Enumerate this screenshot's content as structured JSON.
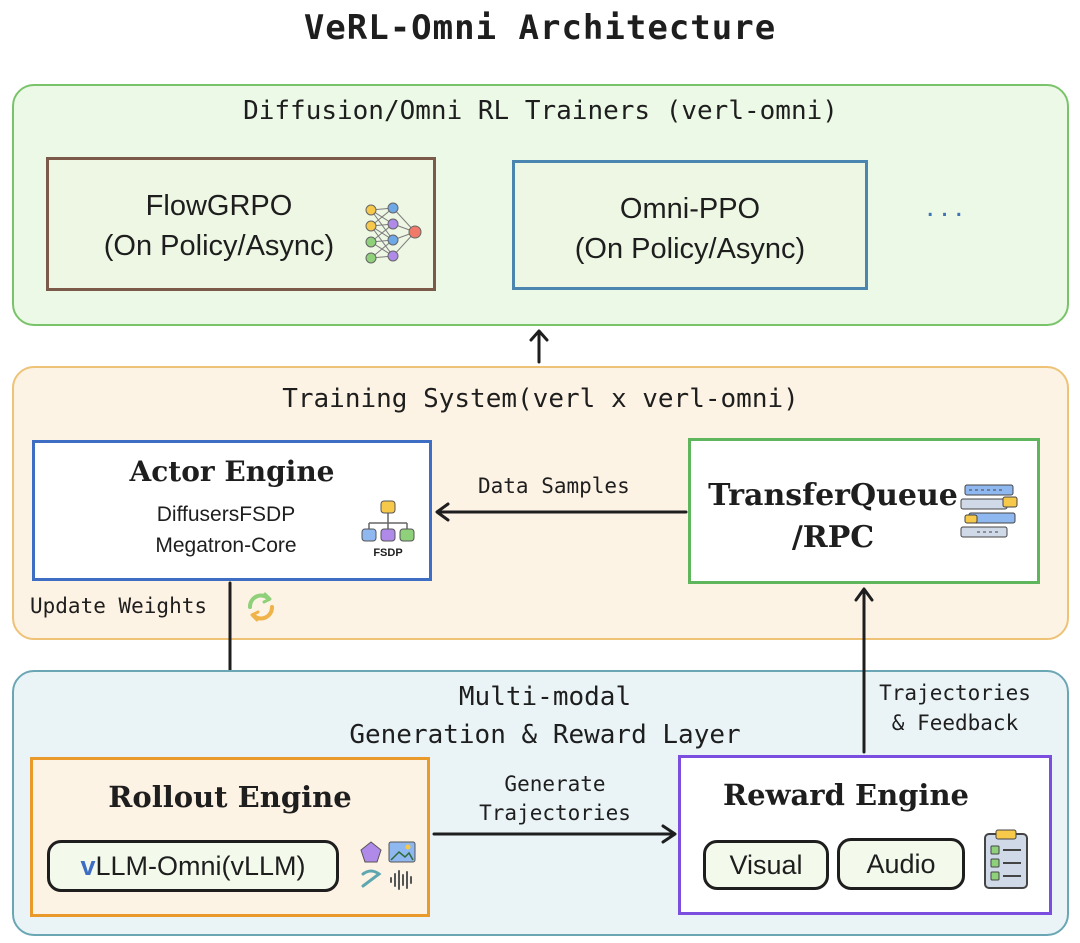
{
  "title": "VeRL-Omni Architecture",
  "trainers": {
    "label": "Diffusion/Omni RL Trainers (verl-omni)",
    "flowgrpo": {
      "line1": "FlowGRPO",
      "line2": "(On Policy/Async)",
      "icon": "neural-network-icon"
    },
    "omnippo": {
      "line1": "Omni-PPO",
      "line2": "(On Policy/Async)"
    },
    "more": "..."
  },
  "training": {
    "label": "Training System(verl x verl-omni)",
    "actor": {
      "title": "Actor Engine",
      "line1": "DiffusersFSDP",
      "line2": "Megatron-Core",
      "icon_label": "FSDP"
    },
    "transferqueue": {
      "line1": "TransferQueue",
      "line2": "/RPC"
    },
    "data_samples": "Data Samples",
    "update_weights": "Update Weights"
  },
  "multimodal": {
    "label_line1": "Multi-modal",
    "label_line2": "Generation & Reward Layer",
    "rollout": {
      "title": "Rollout Engine",
      "pill": "LLM-Omni(vLLM)",
      "pill_prefix": "v"
    },
    "reward": {
      "title": "Reward Engine",
      "visual": "Visual",
      "audio": "Audio"
    },
    "generate_line1": "Generate",
    "generate_line2": "Trajectories",
    "traj_line1": "Trajectories",
    "traj_line2": "& Feedback"
  },
  "colors": {
    "trainers_fill": "#ecf9e6",
    "trainers_stroke": "#79c46a",
    "training_fill": "#fdf3e4",
    "training_stroke": "#eec277",
    "multimodal_fill": "#eaf4f7",
    "multimodal_stroke": "#6aa6b3",
    "actor_stroke": "#3e6dc4",
    "transferqueue_stroke": "#5fb55b",
    "rollout_stroke": "#ea9a2b",
    "reward_stroke": "#7b4ee0"
  }
}
